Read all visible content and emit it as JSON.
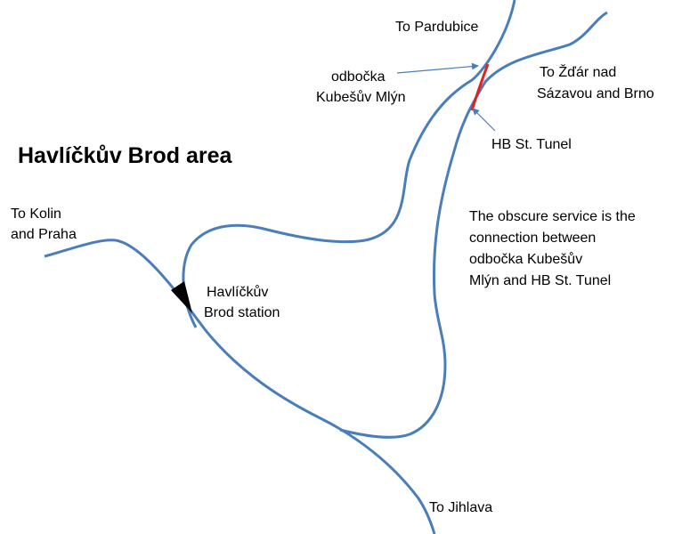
{
  "title": "Havlíčkův  Brod area",
  "labels": {
    "pardubice": "To Pardubice",
    "junction_line1": "odbočka",
    "junction_line2": "Kubešův Mlýn",
    "zdar_line1": "To Žďár nad",
    "zdar_line2": "Sázavou and Brno",
    "tunel": "HB St. Tunel",
    "kolin_line1": "To Kolin",
    "kolin_line2": "and Praha",
    "station_line1": "Havlíčkův",
    "station_line2": "Brod station",
    "jihlava": "To Jihlava"
  },
  "note": [
    "The obscure service is the",
    "connection between",
    "odbočka Kubešův",
    "Mlýn and HB St. Tunel"
  ],
  "colors": {
    "track": "#4a7ebb",
    "highlight": "#e0211d",
    "arrow": "#4a7ebb",
    "station_marker": "#000000",
    "text": "#000000"
  }
}
